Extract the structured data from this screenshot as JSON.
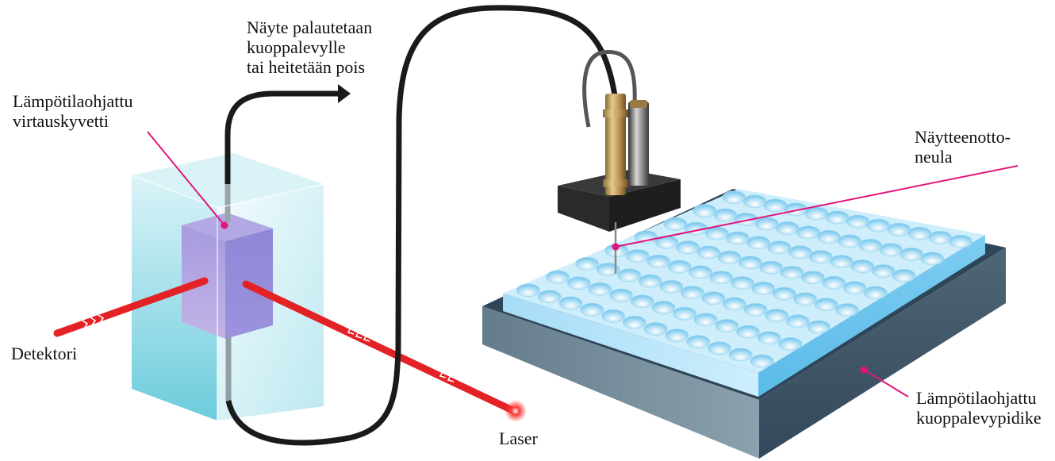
{
  "labels": {
    "sample_return": [
      "Näyte palautetaan",
      "kuoppalevylle",
      "tai heitetään pois"
    ],
    "flow_cuvette": [
      "Lämpötilaohjattu",
      "virtauskyvetti"
    ],
    "detector": "Detektori",
    "laser": "Laser",
    "needle": [
      "Näytteenotto-",
      "neula"
    ],
    "plate_holder": [
      "Lämpötilaohjattu",
      "kuoppalevypidike"
    ]
  },
  "colors": {
    "pointer": "#e0157a",
    "beam": "#e32226",
    "tube": "#1a1a1a",
    "cuvette": "#8fd8e6",
    "cell": "#9b8fd6",
    "plate": "#bfe8fb",
    "holder": "#5a7080"
  },
  "plate": {
    "rows": 8,
    "cols": 12
  }
}
